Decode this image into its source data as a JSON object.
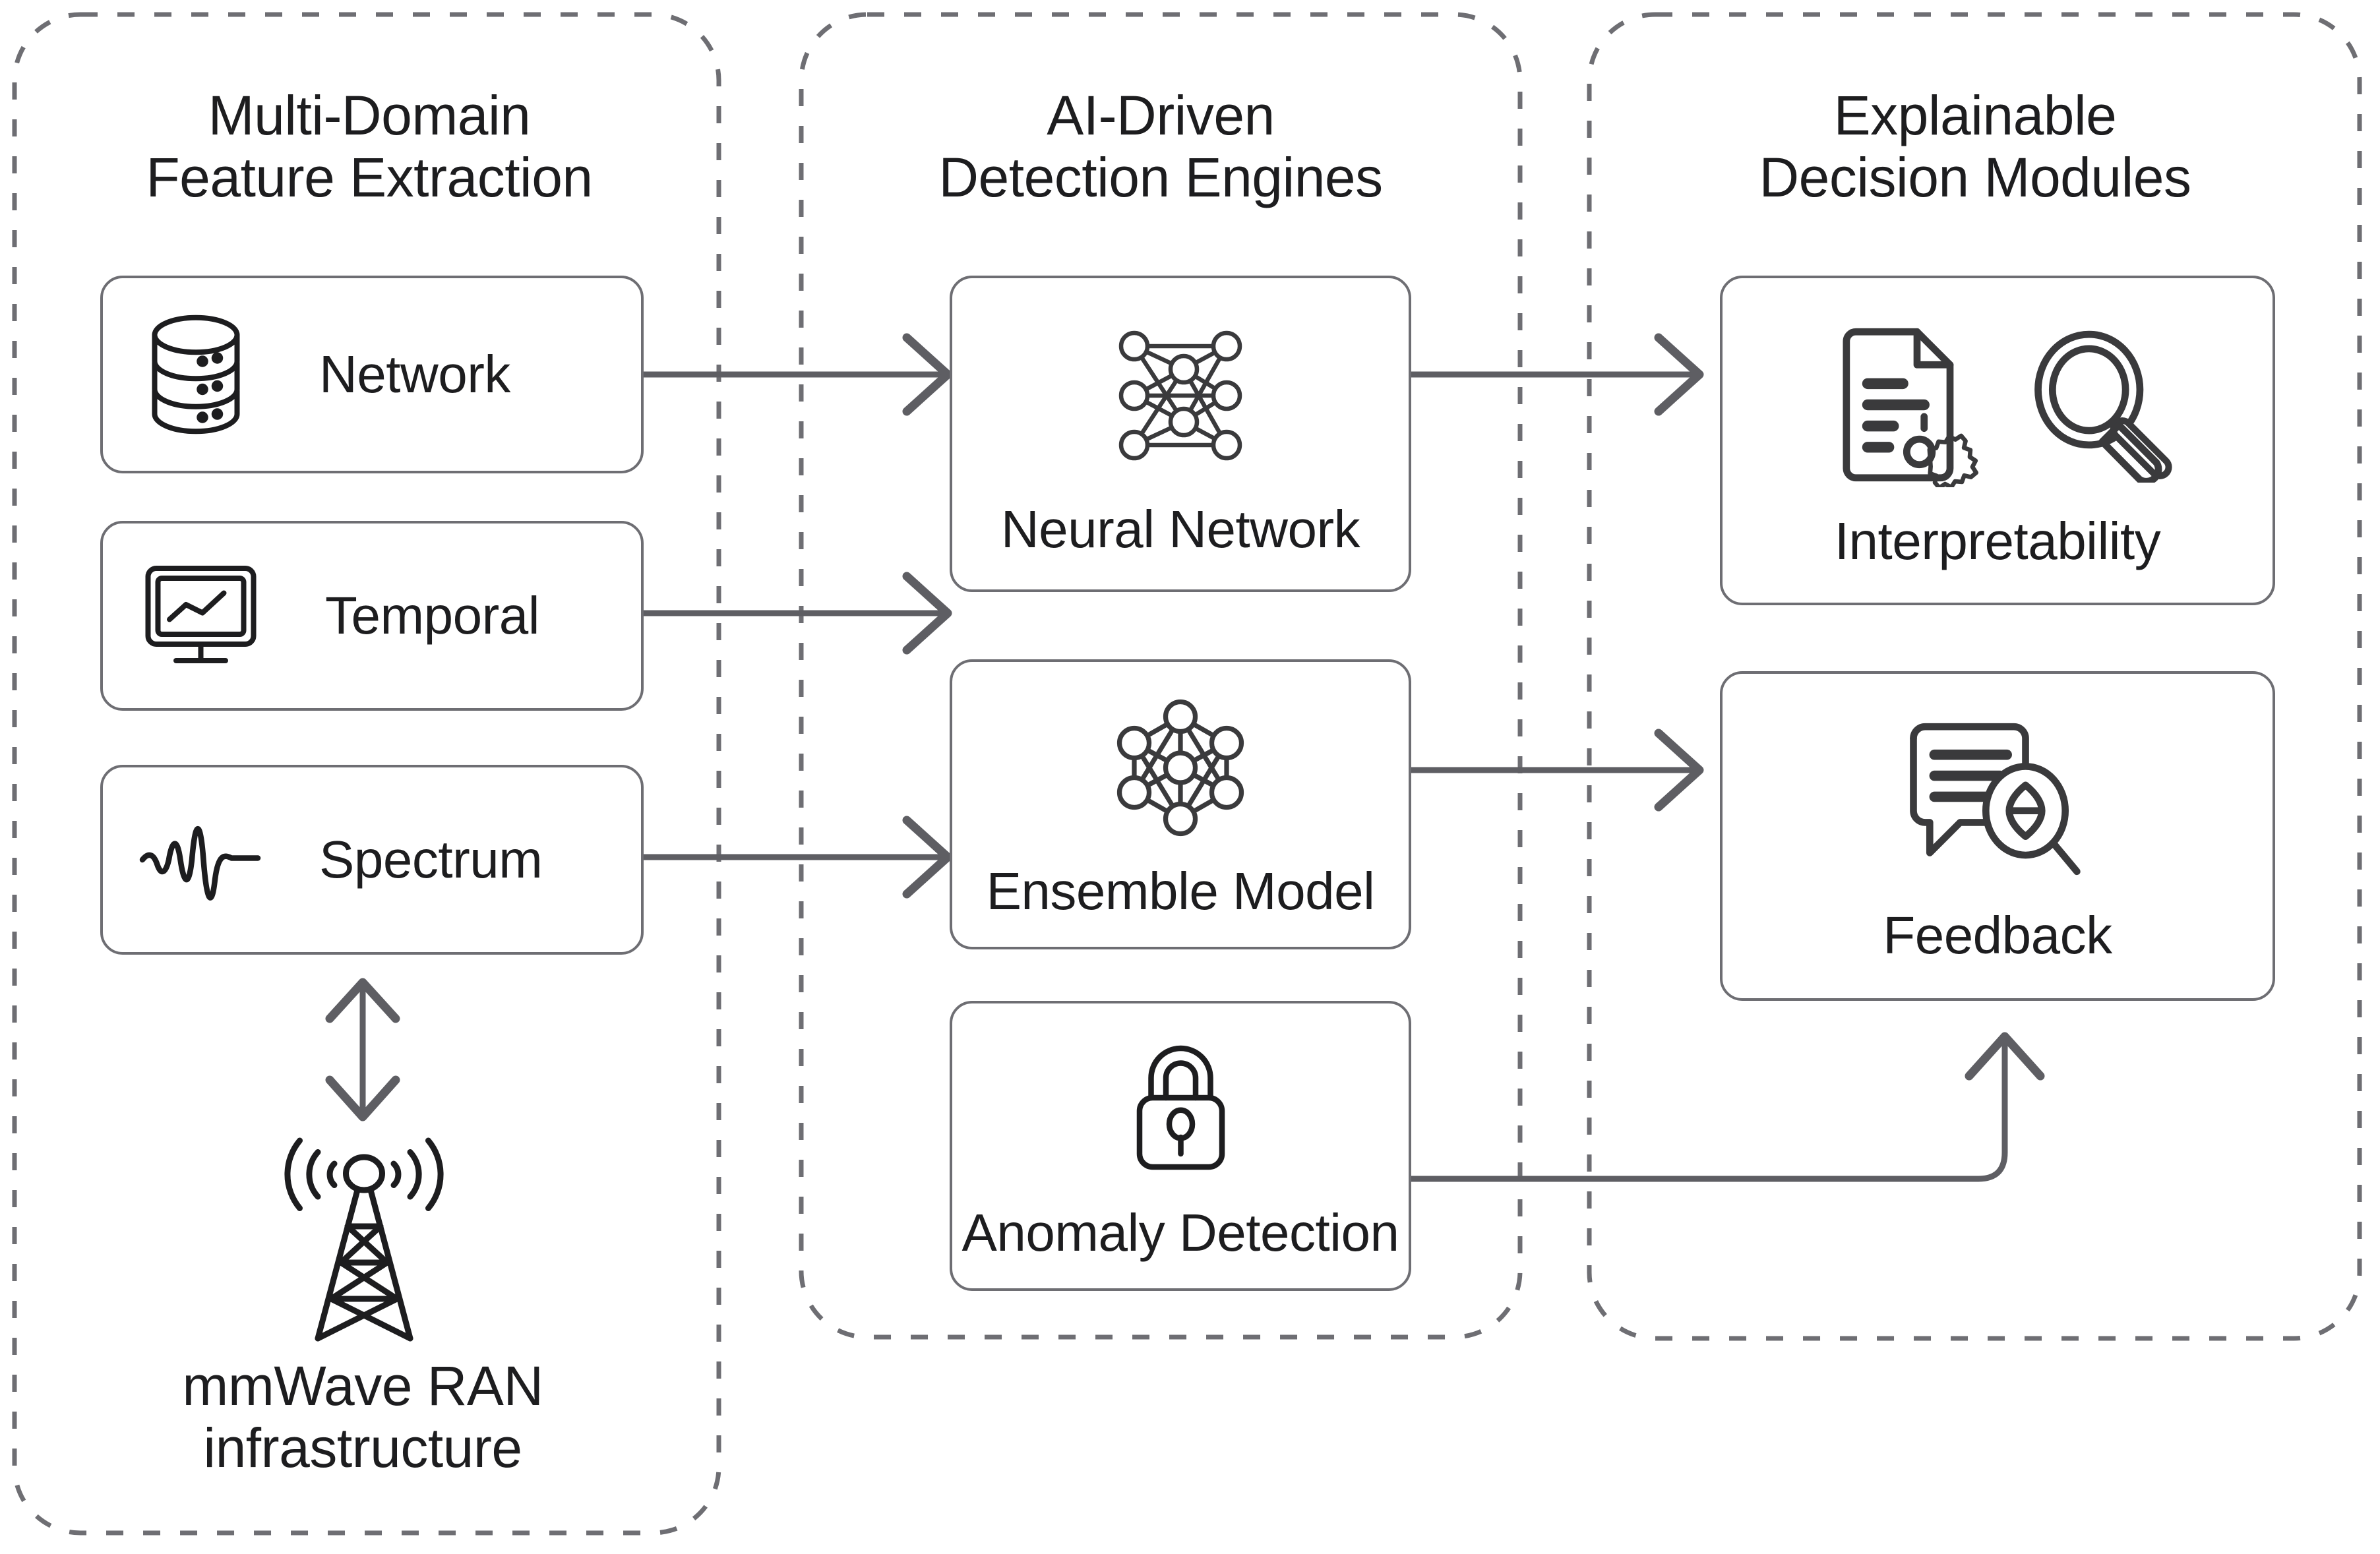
{
  "diagram": {
    "title_text": "Multi-Domain Feature Extraction / AI-Driven Detection Engines / Explainable Decision Modules",
    "stroke_color": "#6e6e73",
    "text_color": "#1d1d1f",
    "background": "#ffffff"
  },
  "groups": [
    {
      "id": "feature-extraction",
      "title": "Multi-Domain\nFeature Extraction"
    },
    {
      "id": "detection-engines",
      "title": "AI-Driven\nDetection Engines"
    },
    {
      "id": "decision-modules",
      "title": "Explainable\nDecision Modules"
    }
  ],
  "feature_nodes": [
    {
      "id": "network",
      "label": "Network",
      "icon": "database-icon"
    },
    {
      "id": "temporal",
      "label": "Temporal",
      "icon": "monitor-chart-icon"
    },
    {
      "id": "spectrum",
      "label": "Spectrum",
      "icon": "waveform-icon"
    }
  ],
  "infrastructure": {
    "icon": "cell-tower-icon",
    "caption": "mmWave RAN\ninfrastructure"
  },
  "engine_nodes": [
    {
      "id": "neural-network",
      "label": "Neural Network",
      "icon": "neural-network-icon"
    },
    {
      "id": "ensemble-model",
      "label": "Ensemble Model",
      "icon": "mesh-network-icon"
    },
    {
      "id": "anomaly-detection",
      "label": "Anomaly Detection",
      "icon": "padlock-icon"
    }
  ],
  "decision_nodes": [
    {
      "id": "interpretability",
      "label": "Interpretability",
      "icon": "document-gear-magnifier-icon"
    },
    {
      "id": "feedback",
      "label": "Feedback",
      "icon": "speech-bubble-magnifier-icon"
    }
  ],
  "connections": [
    {
      "id": "network-to-neural",
      "from": "network",
      "to": "neural-network",
      "style": "arrow-right"
    },
    {
      "id": "temporal-to-neural",
      "from": "temporal",
      "to": "neural-network",
      "style": "arrow-right"
    },
    {
      "id": "spectrum-to-neural",
      "from": "spectrum",
      "to": "neural-network",
      "style": "arrow-right"
    },
    {
      "id": "neural-to-interp",
      "from": "neural-network",
      "to": "interpretability",
      "style": "arrow-right"
    },
    {
      "id": "ensemble-to-feedback",
      "from": "ensemble-model",
      "to": "feedback",
      "style": "arrow-right"
    },
    {
      "id": "anomaly-to-feedback",
      "from": "anomaly-detection",
      "to": "feedback",
      "style": "elbow-arrow-up"
    },
    {
      "id": "spectrum-to-tower",
      "from": "spectrum",
      "to": "cell-tower",
      "style": "double-arrow-vertical"
    }
  ]
}
